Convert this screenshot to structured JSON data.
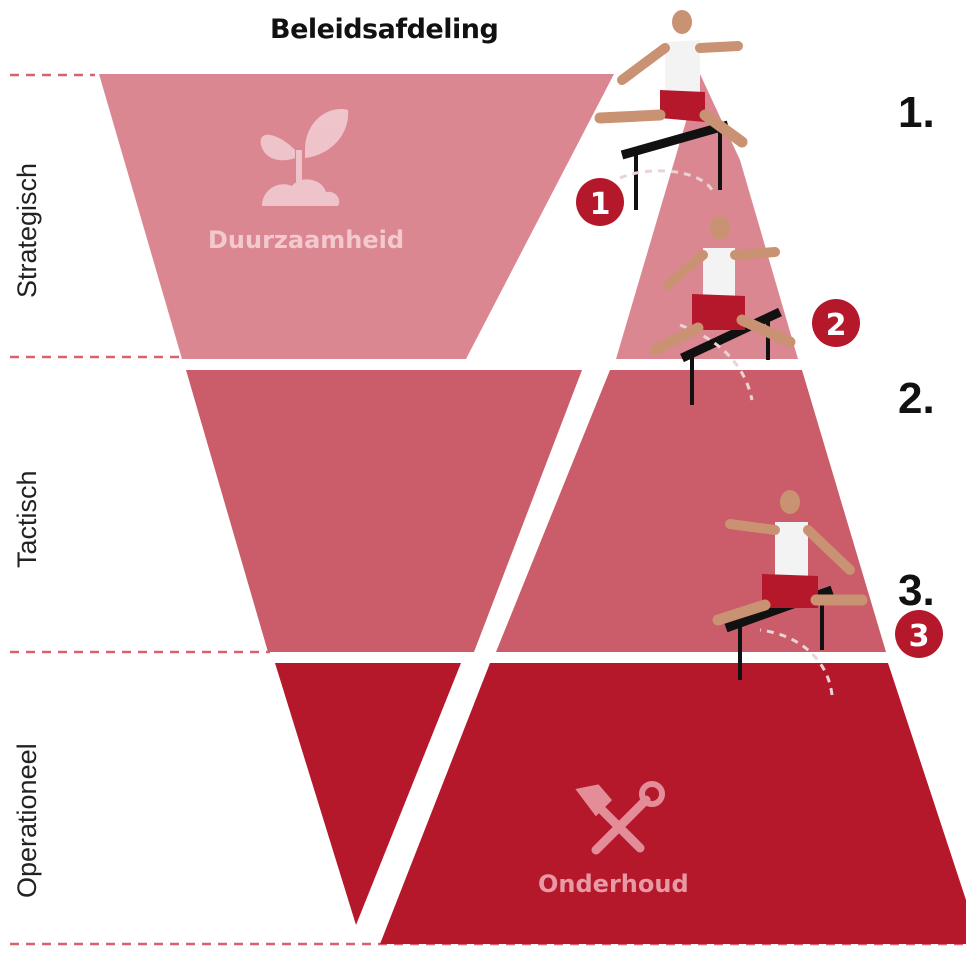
{
  "title": "Beleidsafdeling",
  "levels": [
    {
      "label": "Strategisch"
    },
    {
      "label": "Tactisch"
    },
    {
      "label": "Operationeel"
    }
  ],
  "steps": [
    {
      "label": "1."
    },
    {
      "label": "2."
    },
    {
      "label": "3."
    }
  ],
  "badges": [
    "1",
    "2",
    "3"
  ],
  "zones": {
    "top": {
      "label": "Duurzaamheid",
      "icon": "plant-sprout-icon"
    },
    "bottom": {
      "label": "Onderhoud",
      "icon": "hammer-wrench-icon"
    }
  },
  "colors": {
    "strategic": "#db8792",
    "tactical": "#cb5c6a",
    "operational": "#b5182b",
    "badge": "#b5182b",
    "guide_line": "#d9606e"
  }
}
